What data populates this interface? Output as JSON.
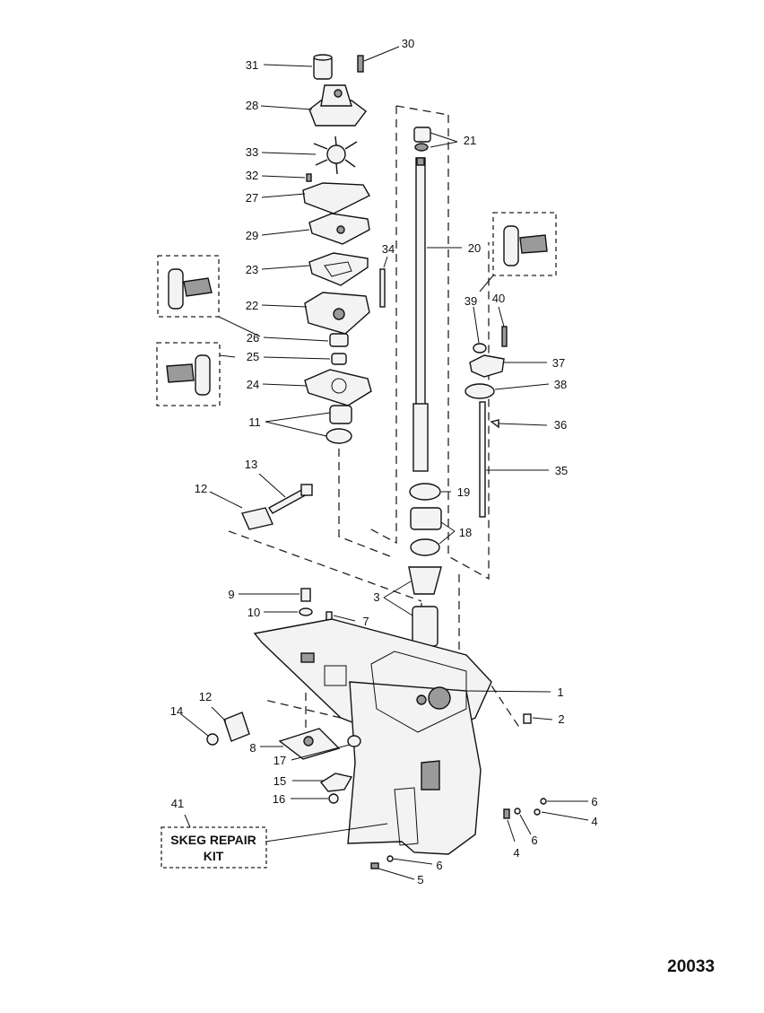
{
  "figure_number": "20033",
  "callouts": [
    {
      "id": "31",
      "text": "31"
    },
    {
      "id": "30",
      "text": "30"
    },
    {
      "id": "28",
      "text": "28"
    },
    {
      "id": "21",
      "text": "21"
    },
    {
      "id": "33",
      "text": "33"
    },
    {
      "id": "32",
      "text": "32"
    },
    {
      "id": "27",
      "text": "27"
    },
    {
      "id": "29",
      "text": "29"
    },
    {
      "id": "20",
      "text": "20"
    },
    {
      "id": "23",
      "text": "23"
    },
    {
      "id": "34",
      "text": "34"
    },
    {
      "id": "22",
      "text": "22"
    },
    {
      "id": "39",
      "text": "39"
    },
    {
      "id": "40",
      "text": "40"
    },
    {
      "id": "26",
      "text": "26"
    },
    {
      "id": "25",
      "text": "25"
    },
    {
      "id": "37",
      "text": "37"
    },
    {
      "id": "24",
      "text": "24"
    },
    {
      "id": "38",
      "text": "38"
    },
    {
      "id": "36",
      "text": "36"
    },
    {
      "id": "11",
      "text": "11"
    },
    {
      "id": "35",
      "text": "35"
    },
    {
      "id": "13",
      "text": "13"
    },
    {
      "id": "19",
      "text": "19"
    },
    {
      "id": "12a",
      "text": "12"
    },
    {
      "id": "18",
      "text": "18"
    },
    {
      "id": "9",
      "text": "9"
    },
    {
      "id": "3",
      "text": "3"
    },
    {
      "id": "10",
      "text": "10"
    },
    {
      "id": "7",
      "text": "7"
    },
    {
      "id": "1",
      "text": "1"
    },
    {
      "id": "12b",
      "text": "12"
    },
    {
      "id": "14",
      "text": "14"
    },
    {
      "id": "2",
      "text": "2"
    },
    {
      "id": "8",
      "text": "8"
    },
    {
      "id": "17",
      "text": "17"
    },
    {
      "id": "15",
      "text": "15"
    },
    {
      "id": "6a",
      "text": "6"
    },
    {
      "id": "16",
      "text": "16"
    },
    {
      "id": "41",
      "text": "41"
    },
    {
      "id": "4a",
      "text": "4"
    },
    {
      "id": "6b",
      "text": "6"
    },
    {
      "id": "4b",
      "text": "4"
    },
    {
      "id": "6c",
      "text": "6"
    },
    {
      "id": "5",
      "text": "5"
    }
  ],
  "kit_box": {
    "line1": "SKEG REPAIR",
    "line2": "KIT"
  }
}
